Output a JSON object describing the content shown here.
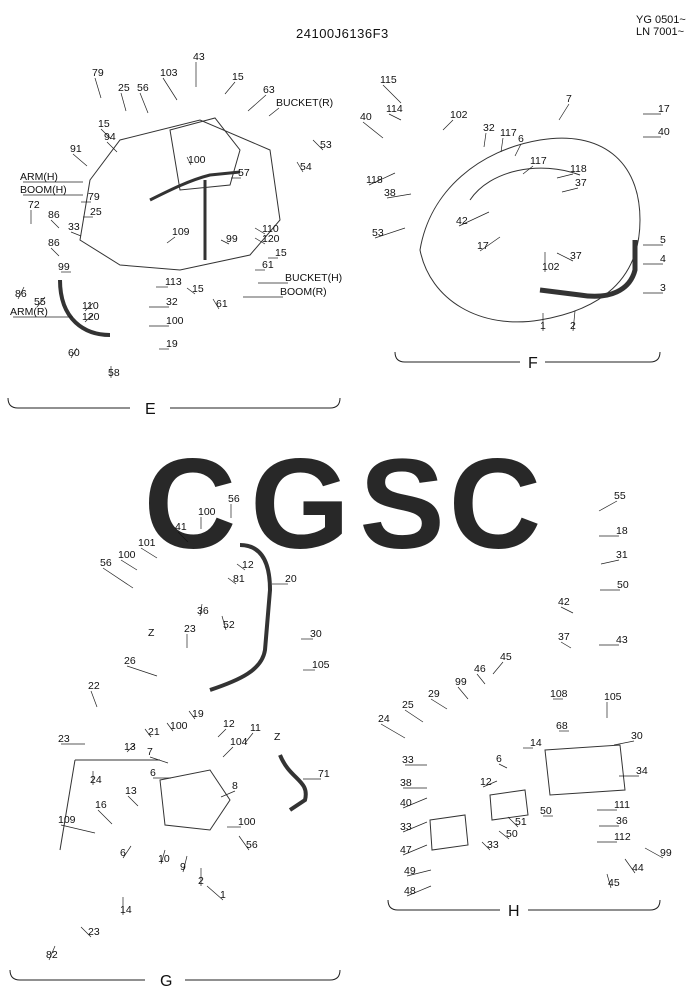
{
  "header": {
    "part_number": "24100J6136F3",
    "serial_lines": [
      "YG 0501~",
      "LN 7001~"
    ]
  },
  "watermark": {
    "letters": [
      "C",
      "G",
      "S",
      "C"
    ],
    "colors": [
      "#5aa7f0",
      "#f08a80",
      "#f7d66a",
      "#5fbf8f"
    ]
  },
  "sections": {
    "E": {
      "label": "E",
      "callouts": [
        "79",
        "25",
        "56",
        "103",
        "43",
        "15",
        "63",
        "BUCKET(R)",
        "15",
        "94",
        "100",
        "53",
        "91",
        "54",
        "ARM(H)",
        "BOOM(H)",
        "57",
        "79",
        "72",
        "86",
        "25",
        "86",
        "33",
        "110",
        "109",
        "120",
        "99",
        "15",
        "61",
        "BUCKET(H)",
        "86",
        "55",
        "113",
        "15",
        "BOOM(R)",
        "99",
        "ARM(R)",
        "110",
        "120",
        "32",
        "61",
        "100",
        "60",
        "19",
        "58"
      ]
    },
    "F": {
      "label": "F",
      "callouts": [
        "115",
        "114",
        "7",
        "17",
        "102",
        "40",
        "32",
        "117",
        "6",
        "40",
        "118",
        "117",
        "38",
        "118",
        "37",
        "42",
        "5",
        "53",
        "17",
        "4",
        "102",
        "37",
        "3",
        "1",
        "2"
      ]
    },
    "G": {
      "label": "G",
      "callouts": [
        "56",
        "100",
        "41",
        "101",
        "12",
        "100",
        "81",
        "56",
        "20",
        "36",
        "52",
        "Z",
        "23",
        "30",
        "26",
        "105",
        "22",
        "19",
        "100",
        "21",
        "23",
        "13",
        "12",
        "11",
        "Z",
        "7",
        "104",
        "24",
        "6",
        "8",
        "71",
        "16",
        "13",
        "100",
        "109",
        "56",
        "6",
        "10",
        "9",
        "2",
        "14",
        "1",
        "82",
        "23"
      ]
    },
    "H": {
      "label": "H",
      "callouts": [
        "55",
        "18",
        "31",
        "50",
        "42",
        "37",
        "43",
        "45",
        "46",
        "99",
        "108",
        "105",
        "29",
        "25",
        "24",
        "30",
        "68",
        "14",
        "33",
        "6",
        "34",
        "38",
        "12",
        "40",
        "51",
        "50",
        "111",
        "33",
        "36",
        "50",
        "33",
        "112",
        "47",
        "99",
        "44",
        "49",
        "45",
        "48"
      ]
    }
  }
}
